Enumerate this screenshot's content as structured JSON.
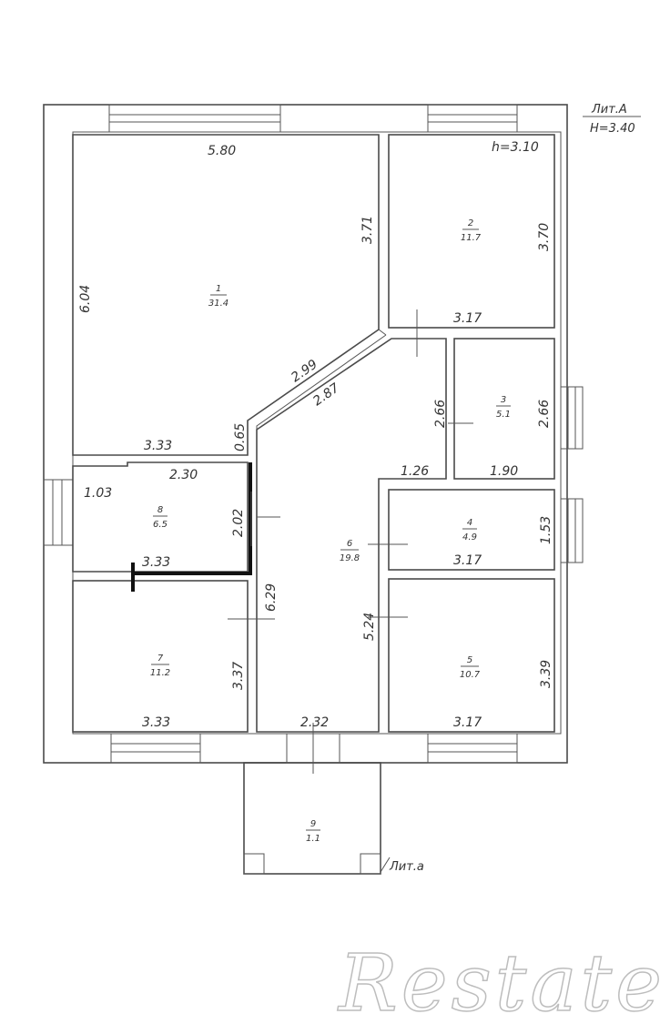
{
  "header": {
    "lit_main": "Лит.А",
    "height_main": "H=3.40",
    "lit_porch": "Лит.а",
    "ceiling_height": "h=3.10"
  },
  "rooms": [
    {
      "id": "1",
      "area": "31.4"
    },
    {
      "id": "2",
      "area": "11.7"
    },
    {
      "id": "3",
      "area": "5.1"
    },
    {
      "id": "4",
      "area": "4.9"
    },
    {
      "id": "5",
      "area": "10.7"
    },
    {
      "id": "6",
      "area": "19.8"
    },
    {
      "id": "7",
      "area": "11.2"
    },
    {
      "id": "8",
      "area": "6.5"
    },
    {
      "id": "9",
      "area": "1.1"
    }
  ],
  "dimensions": {
    "r1_top": "5.80",
    "r1_left": "6.04",
    "r1_right": "3.71",
    "r1_bottom": "3.33",
    "r1_corner": "0.65",
    "r2_right": "3.70",
    "r2_bottom": "3.17",
    "diag_a": "2.99",
    "diag_b": "2.87",
    "r3_left": "2.66",
    "r3_right": "2.66",
    "r3_bottom": "1.90",
    "r6_notch": "1.26",
    "r8_top": "2.30",
    "r8_left": "1.03",
    "r8_right": "2.02",
    "r8_bottom": "3.33",
    "r4_right": "1.53",
    "r4_bottom": "3.17",
    "r6_left": "6.29",
    "r6_right": "5.24",
    "r6_bottom": "2.32",
    "r7_right": "3.37",
    "r7_bottom": "3.33",
    "r5_right": "3.39",
    "r5_bottom": "3.17"
  },
  "watermark": {
    "text": "Restate"
  }
}
